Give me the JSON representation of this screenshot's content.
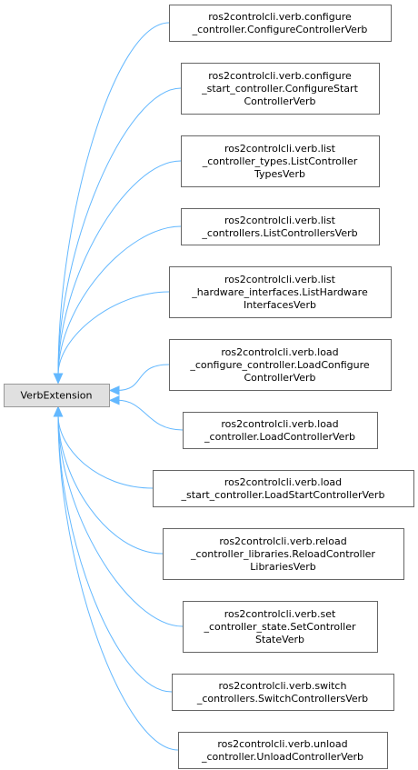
{
  "base_class": {
    "lines": [
      "VerbExtension"
    ]
  },
  "derived_classes": [
    {
      "lines": [
        "ros2controlcli.verb.configure",
        "_controller.ConfigureControllerVerb"
      ]
    },
    {
      "lines": [
        "ros2controlcli.verb.configure",
        "_start_controller.ConfigureStart",
        "ControllerVerb"
      ]
    },
    {
      "lines": [
        "ros2controlcli.verb.list",
        "_controller_types.ListController",
        "TypesVerb"
      ]
    },
    {
      "lines": [
        "ros2controlcli.verb.list",
        "_controllers.ListControllersVerb"
      ]
    },
    {
      "lines": [
        "ros2controlcli.verb.list",
        "_hardware_interfaces.ListHardware",
        "InterfacesVerb"
      ]
    },
    {
      "lines": [
        "ros2controlcli.verb.load",
        "_configure_controller.LoadConfigure",
        "ControllerVerb"
      ]
    },
    {
      "lines": [
        "ros2controlcli.verb.load",
        "_controller.LoadControllerVerb"
      ]
    },
    {
      "lines": [
        "ros2controlcli.verb.load",
        "_start_controller.LoadStartControllerVerb"
      ]
    },
    {
      "lines": [
        "ros2controlcli.verb.reload",
        "_controller_libraries.ReloadController",
        "LibrariesVerb"
      ]
    },
    {
      "lines": [
        "ros2controlcli.verb.set",
        "_controller_state.SetController",
        "StateVerb"
      ]
    },
    {
      "lines": [
        "ros2controlcli.verb.switch",
        "_controllers.SwitchControllersVerb"
      ]
    },
    {
      "lines": [
        "ros2controlcli.verb.unload",
        "_controller.UnloadControllerVerb"
      ]
    }
  ],
  "colors": {
    "edge": "#63b8ff",
    "base_fill": "#e0e0e0",
    "base_stroke": "#999999",
    "node_fill": "#ffffff",
    "node_stroke": "#666666"
  }
}
